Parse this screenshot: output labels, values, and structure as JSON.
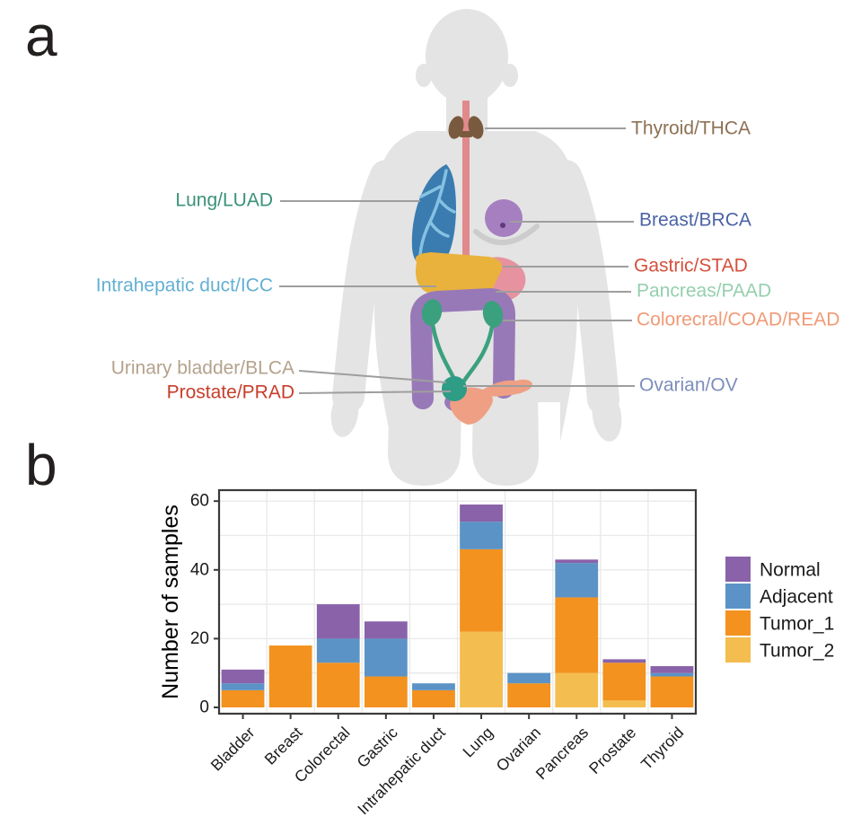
{
  "panel_labels": {
    "a": "a",
    "b": "b"
  },
  "panel_a": {
    "organ_labels": [
      {
        "text": "Thyroid/THCA",
        "color": "#8d7054"
      },
      {
        "text": "Lung/LUAD",
        "color": "#3a9279"
      },
      {
        "text": "Breast/BRCA",
        "color": "#4b63a6"
      },
      {
        "text": "Gastric/STAD",
        "color": "#d5503c"
      },
      {
        "text": "Pancreas/PAAD",
        "color": "#95cfae"
      },
      {
        "text": "Colorecral/COAD/READ",
        "color": "#f09a76"
      },
      {
        "text": "Intrahepatic duct/ICC",
        "color": "#64b0d2"
      },
      {
        "text": "Urinary bladder/BLCA",
        "color": "#b4a28c"
      },
      {
        "text": "Prostate/PRAD",
        "color": "#c83d2b"
      },
      {
        "text": "Ovarian/OV",
        "color": "#7d8ebc"
      }
    ]
  },
  "chart_data": {
    "type": "bar",
    "stacked": true,
    "title": "",
    "xlabel": "",
    "ylabel": "Number of samples",
    "categories": [
      "Bladder",
      "Breast",
      "Colorectal",
      "Gastric",
      "Intrahepatic duct",
      "Lung",
      "Ovarian",
      "Pancreas",
      "Prostate",
      "Thyroid"
    ],
    "series": [
      {
        "name": "Tumor_2",
        "color": "#f4bd4f",
        "values": [
          0,
          0,
          0,
          0,
          0,
          22,
          0,
          10,
          2,
          0
        ]
      },
      {
        "name": "Tumor_1",
        "color": "#f3921e",
        "values": [
          5,
          18,
          13,
          9,
          5,
          24,
          7,
          22,
          11,
          9
        ]
      },
      {
        "name": "Adjacent",
        "color": "#5b93c6",
        "values": [
          2,
          0,
          7,
          11,
          2,
          8,
          3,
          10,
          0,
          1
        ]
      },
      {
        "name": "Normal",
        "color": "#8a62aa",
        "values": [
          4,
          0,
          10,
          5,
          0,
          5,
          0,
          1,
          1,
          2
        ]
      }
    ],
    "totals": [
      11,
      18,
      30,
      25,
      7,
      59,
      10,
      43,
      14,
      12
    ],
    "yticks": [
      0,
      20,
      40,
      60
    ],
    "ylim": [
      0,
      63
    ],
    "grid": true,
    "legend": {
      "position": "right",
      "order": [
        "Normal",
        "Adjacent",
        "Tumor_1",
        "Tumor_2"
      ]
    }
  }
}
